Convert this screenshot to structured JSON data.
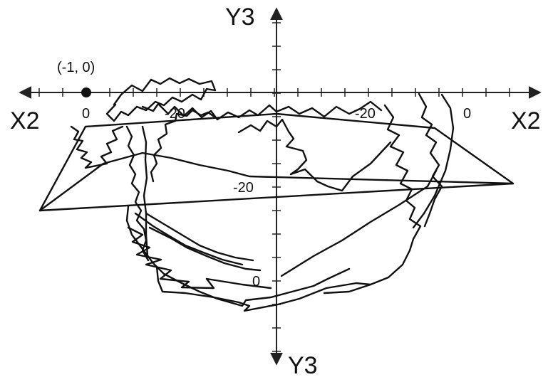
{
  "axes": {
    "x_left_label": "X2",
    "x_right_label": "X2",
    "y_top_label": "Y3",
    "y_bottom_label": "Y3"
  },
  "tick_labels": {
    "x_left_zero": "0",
    "x_left_minus20": "-20",
    "x_right_minus20": "-20",
    "x_right_zero": "0",
    "y_minus20": "-20",
    "y_zero": "0"
  },
  "marked_point": {
    "label": "(-1, 0)"
  },
  "colors": {
    "ink": "#111111",
    "background": "#ffffff"
  }
}
